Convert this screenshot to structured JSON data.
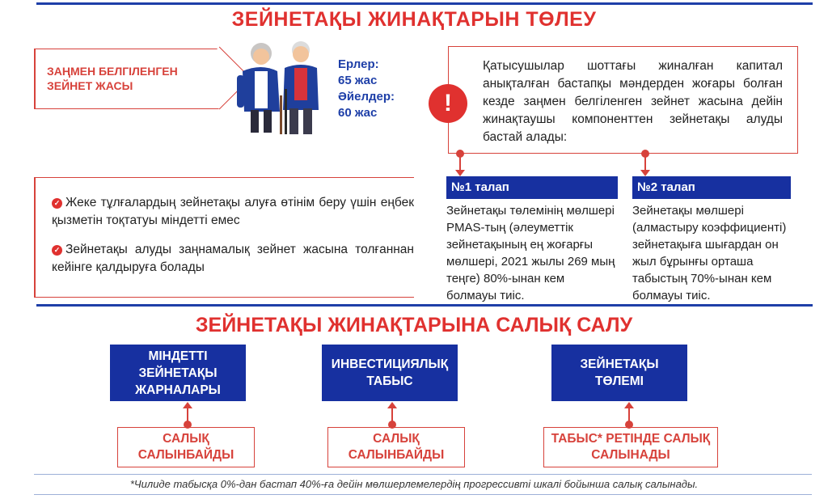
{
  "section1": {
    "title": "ЗЕЙНЕТАҚЫ ЖИНАҚТАРЫН ТӨЛЕУ",
    "retirement_label": "ЗАҢМЕН БЕЛГІЛЕНГЕН ЗЕЙНЕТ ЖАСЫ",
    "men_label": "Ерлер:",
    "men_age": "65 жас",
    "women_label": "Әйелдер:",
    "women_age": "60 жас",
    "capital_text": "Қатысушылар шоттағы жиналған капитал анықталған бастапқы мәндерден жоғары болған кезде заңмен белгіленген зейнет жасына дейін жинақтаушы компоненттен зейнетақы алуды бастай алады:",
    "bullets": [
      "Жеке тұлғалардың зейнетақы алуға өтінім беру үшін еңбек қызметін тоқтатуы міндетті емес",
      "Зейнетақы алуды заңнамалық зейнет жасына толғаннан кейінге қалдыруға болады"
    ],
    "req1_title": "№1 талап",
    "req1_text": "Зейнетақы төлемінің мөлшері PMAS-тың (әлеуметтік зейнетақының ең жоғарғы мөлшері, 2021 жылы 269 мың теңге) 80%-ынан кем болмауы тиіс.",
    "req2_title": "№2 талап",
    "req2_text": "Зейнетақы мөлшері (алмастыру коэффициенті) зейнетақыға шығардан он жыл бұрынғы орташа табыстың 70%-ынан кем болмауы тиіс."
  },
  "section2": {
    "title": "ЗЕЙНЕТАҚЫ ЖИНАҚТАРЫНА САЛЫҚ САЛУ",
    "items": [
      {
        "head": "МІНДЕТТІ ЗЕЙНЕТАҚЫ ЖАРНАЛАРЫ",
        "foot": "САЛЫҚ САЛЫНБАЙДЫ"
      },
      {
        "head": "ИНВЕСТИЦИЯЛЫҚ ТАБЫС",
        "foot": "САЛЫҚ САЛЫНБАЙДЫ"
      },
      {
        "head": "ЗЕЙНЕТАҚЫ ТӨЛЕМІ",
        "foot": "ТАБЫС* РЕТІНДЕ САЛЫҚ САЛЫНАДЫ"
      }
    ],
    "footnote": "*Чилиде табысқа 0%-дан бастап 40%-ға дейін мөлшерлемелердің прогрессивті шкалі бойынша салық салынады."
  },
  "colors": {
    "accent_red": "#e0312f",
    "brand_blue": "#1730a0"
  },
  "icons": {
    "warning": "exclamation-circle-icon",
    "check": "check-circle-icon",
    "elders": "elderly-couple-illustration"
  }
}
